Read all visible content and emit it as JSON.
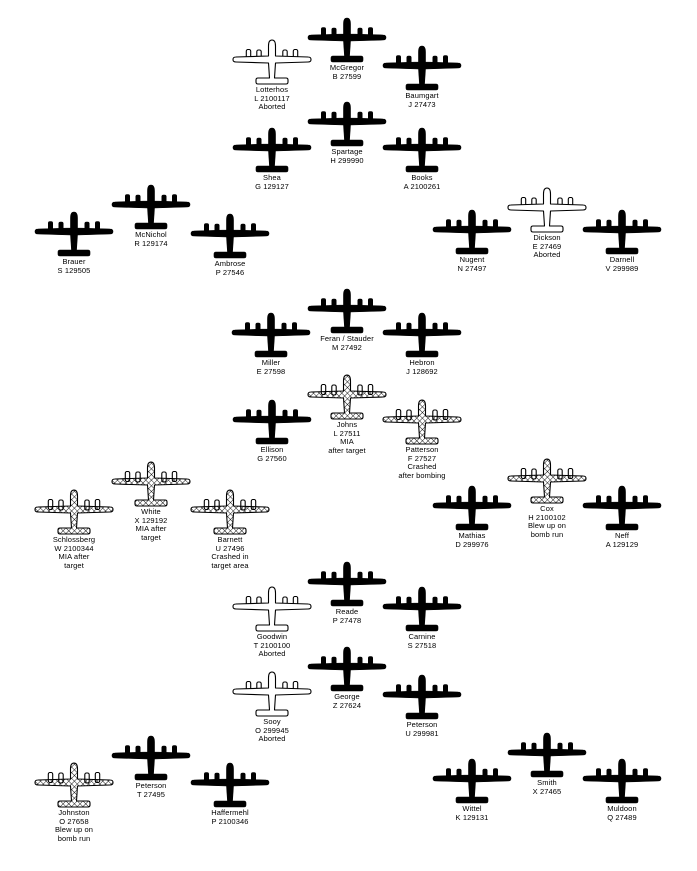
{
  "colors": {
    "solid": "#000000",
    "outline": "#000000",
    "background": "#ffffff"
  },
  "planes": [
    {
      "name": "Lotterhos",
      "code": "L 2100117",
      "notes": [
        "Aborted"
      ],
      "status": "outline"
    },
    {
      "name": "McGregor",
      "code": "B 27599",
      "notes": [],
      "status": "solid"
    },
    {
      "name": "Baumgart",
      "code": "J 27473",
      "notes": [],
      "status": "solid"
    },
    {
      "name": "Spartage",
      "code": "H 299990",
      "notes": [],
      "status": "solid"
    },
    {
      "name": "Shea",
      "code": "G 129127",
      "notes": [],
      "status": "solid"
    },
    {
      "name": "Books",
      "code": "A 2100261",
      "notes": [],
      "status": "solid"
    },
    {
      "name": "McNichol",
      "code": "R 129174",
      "notes": [],
      "status": "solid"
    },
    {
      "name": "Brauer",
      "code": "S 129505",
      "notes": [],
      "status": "solid"
    },
    {
      "name": "Ambrose",
      "code": "P 27546",
      "notes": [],
      "status": "solid"
    },
    {
      "name": "Dickson",
      "code": "E 27469",
      "notes": [
        "Aborted"
      ],
      "status": "outline"
    },
    {
      "name": "Nugent",
      "code": "N 27497",
      "notes": [],
      "status": "solid"
    },
    {
      "name": "Darnell",
      "code": "V 299989",
      "notes": [],
      "status": "solid"
    },
    {
      "name": "Feran / Stauder",
      "code": "M 27492",
      "notes": [],
      "status": "solid"
    },
    {
      "name": "Miller",
      "code": "E 27598",
      "notes": [],
      "status": "solid"
    },
    {
      "name": "Hebron",
      "code": "J 128692",
      "notes": [],
      "status": "solid"
    },
    {
      "name": "Johns",
      "code": "L 27511",
      "notes": [
        "MIA",
        "after target"
      ],
      "status": "crosshatch"
    },
    {
      "name": "Ellison",
      "code": "G 27560",
      "notes": [],
      "status": "solid"
    },
    {
      "name": "Patterson",
      "code": "F 27527",
      "notes": [
        "Crashed",
        "after bombing"
      ],
      "status": "crosshatch"
    },
    {
      "name": "White",
      "code": "X 129192",
      "notes": [
        "MIA after",
        "target"
      ],
      "status": "crosshatch"
    },
    {
      "name": "Schlossberg",
      "code": "W 2100344",
      "notes": [
        "MIA after",
        "target"
      ],
      "status": "crosshatch"
    },
    {
      "name": "Barnett",
      "code": "U 27496",
      "notes": [
        "Crashed in",
        "target area"
      ],
      "status": "crosshatch"
    },
    {
      "name": "Cox",
      "code": "H 2100102",
      "notes": [
        "Blew up on",
        "bomb run"
      ],
      "status": "crosshatch"
    },
    {
      "name": "Mathias",
      "code": "D 299976",
      "notes": [],
      "status": "solid"
    },
    {
      "name": "Neff",
      "code": "A 129129",
      "notes": [],
      "status": "solid"
    },
    {
      "name": "Reade",
      "code": "P 27478",
      "notes": [],
      "status": "solid"
    },
    {
      "name": "Goodwin",
      "code": "T 2100100",
      "notes": [
        "Aborted"
      ],
      "status": "outline"
    },
    {
      "name": "Carnine",
      "code": "S 27518",
      "notes": [],
      "status": "solid"
    },
    {
      "name": "George",
      "code": "Z 27624",
      "notes": [],
      "status": "solid"
    },
    {
      "name": "Sooy",
      "code": "O 299945",
      "notes": [
        "Aborted"
      ],
      "status": "outline"
    },
    {
      "name": "Peterson",
      "code": "U 299981",
      "notes": [],
      "status": "solid"
    },
    {
      "name": "Peterson",
      "code": "T 27495",
      "notes": [],
      "status": "solid"
    },
    {
      "name": "Johnston",
      "code": "O 27658",
      "notes": [
        "Blew up on",
        "bomb run"
      ],
      "status": "crosshatch"
    },
    {
      "name": "Haffermehl",
      "code": "P 2100346",
      "notes": [],
      "status": "solid"
    },
    {
      "name": "Smith",
      "code": "X 27465",
      "notes": [],
      "status": "solid"
    },
    {
      "name": "Wittel",
      "code": "K 129131",
      "notes": [],
      "status": "solid"
    },
    {
      "name": "Muldoon",
      "code": "Q 27489",
      "notes": [],
      "status": "solid"
    }
  ]
}
